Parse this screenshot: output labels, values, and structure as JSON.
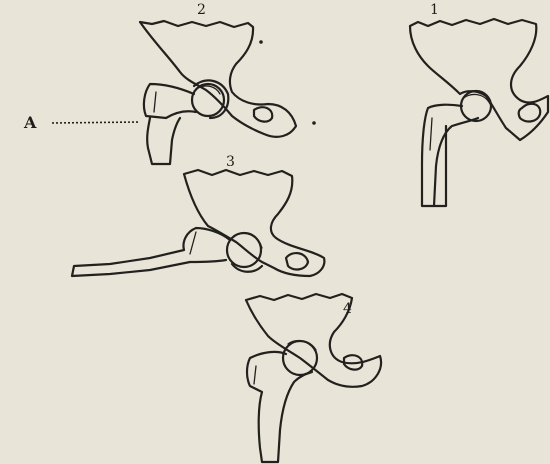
{
  "figures": [
    {
      "id": "1",
      "label": "1"
    },
    {
      "id": "2",
      "label": "2"
    },
    {
      "id": "3",
      "label": "3"
    },
    {
      "id": "4",
      "label": "4"
    }
  ],
  "pointer": {
    "label": "A"
  }
}
